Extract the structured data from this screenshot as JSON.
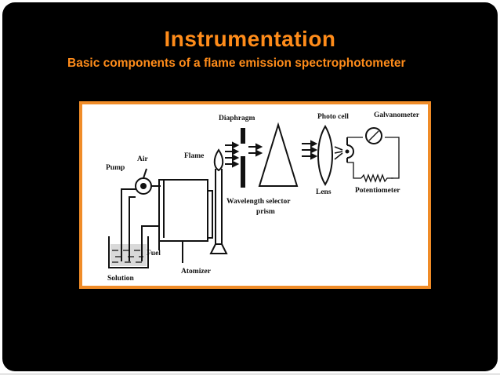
{
  "slide": {
    "title": "Instrumentation",
    "subtitle": "Basic components of a flame emission spectrophotometer",
    "accent_color": "#ff8c1a",
    "frame_color": "#f08c28",
    "background_color": "#000000"
  },
  "diagram": {
    "labels": {
      "air": "Air",
      "pump": "Pump",
      "flame": "Flame",
      "diaphragm": "Diaphragm",
      "photo_cell": "Photo cell",
      "galvanometer": "Galvanometer",
      "lens": "Lens",
      "potentiometer": "Potentiometer",
      "wavelength_selector": "Wavelength selector",
      "prism": "prism",
      "fuel": "Fuel",
      "atomizer": "Atomizer",
      "solution": "Solution"
    }
  }
}
